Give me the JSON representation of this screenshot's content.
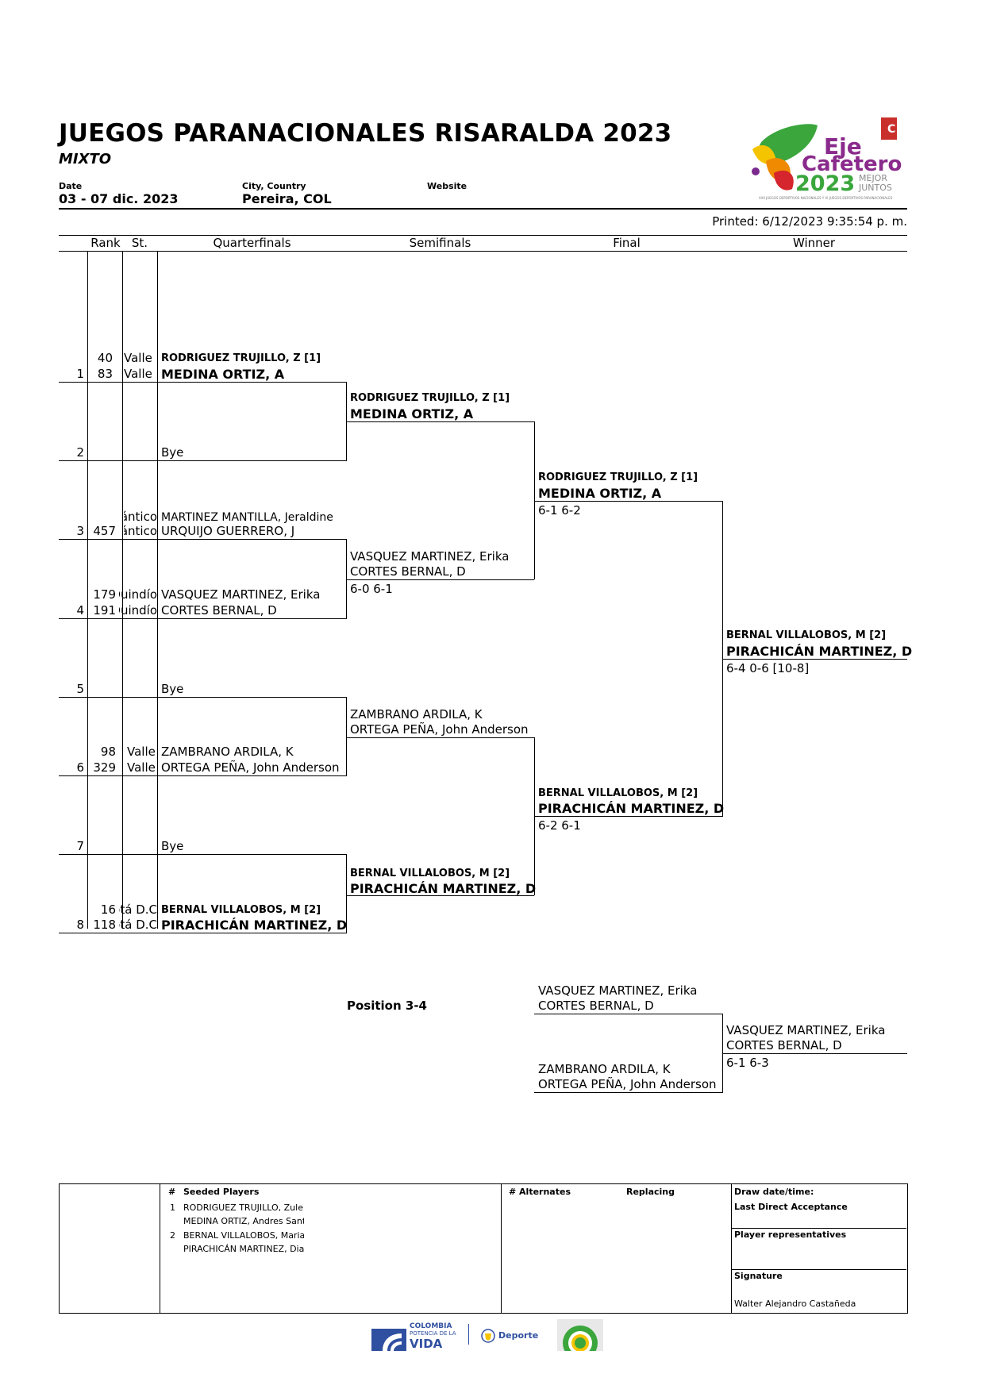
{
  "header": {
    "title": "JUEGOS PARANACIONALES RISARALDA 2023",
    "subtitle": "MIXTO",
    "date_label": "Date",
    "date_value": "03 - 07 dic. 2023",
    "city_label": "City, Country",
    "city_value": "Pereira, COL",
    "website_label": "Website",
    "printed": "Printed: 6/12/2023 9:35:54 p. m."
  },
  "logo": {
    "line1": "Eje",
    "line2": "Cafetero",
    "year": "2023",
    "motto1": "MEJOR",
    "motto2": "JUNTOS",
    "tagline": "XXII JUEGOS DEPORTIVOS NACIONALES Y VI JUEGOS DEPORTIVOS PARANACIONALES",
    "colors": {
      "green": "#3aa63c",
      "yellow": "#f5c400",
      "orange": "#f08a00",
      "red": "#d4262c",
      "purple": "#7a2a8c"
    }
  },
  "columns": {
    "rank": "Rank",
    "st": "St.",
    "quarterfinals": "Quarterfinals",
    "semifinals": "Semifinals",
    "final": "Final",
    "winner": "Winner"
  },
  "draw": [
    {
      "pos": "1",
      "rank1": "40",
      "rank2": "83",
      "st1": "Valle",
      "st2": "Valle",
      "p1": "RODRIGUEZ TRUJILLO, Z [1]",
      "p2": "MEDINA ORTIZ, A"
    },
    {
      "pos": "2",
      "bye": "Bye"
    },
    {
      "pos": "3",
      "rank2": "457",
      "st1": "Atlántico",
      "st2": "Atlántico",
      "p1": "MARTINEZ MANTILLA, Jeraldine",
      "p2": "URQUIJO GUERRERO, J"
    },
    {
      "pos": "4",
      "rank1": "179",
      "rank2": "191",
      "st1": "Quindío",
      "st2": "Quindío",
      "p1": "VASQUEZ MARTINEZ, Erika",
      "p2": "CORTES BERNAL, D"
    },
    {
      "pos": "5",
      "bye": "Bye"
    },
    {
      "pos": "6",
      "rank1": "98",
      "rank2": "329",
      "st1": "Valle",
      "st2": "Valle",
      "p1": "ZAMBRANO ARDILA, K",
      "p2": "ORTEGA PEÑA, John Anderson"
    },
    {
      "pos": "7",
      "bye": "Bye"
    },
    {
      "pos": "8",
      "rank1": "16",
      "rank2": "118",
      "st1": "Bogotá D.C.",
      "st2": "Bogotá D.C.",
      "p1": "BERNAL VILLALOBOS, M [2]",
      "p2": "PIRACHICÁN MARTINEZ, D"
    }
  ],
  "semifinals": [
    {
      "p1": "RODRIGUEZ TRUJILLO, Z [1]",
      "p2": "MEDINA ORTIZ, A",
      "score": ""
    },
    {
      "p1": "VASQUEZ MARTINEZ, Erika",
      "p2": "CORTES BERNAL, D",
      "score": "6-0 6-1"
    },
    {
      "p1": "ZAMBRANO ARDILA, K",
      "p2": "ORTEGA PEÑA, John Anderson",
      "score": ""
    },
    {
      "p1": "BERNAL VILLALOBOS, M [2]",
      "p2": "PIRACHICÁN MARTINEZ, D",
      "score": ""
    }
  ],
  "final": [
    {
      "p1": "RODRIGUEZ TRUJILLO, Z [1]",
      "p2": "MEDINA ORTIZ, A",
      "score": "6-1 6-2"
    },
    {
      "p1": "BERNAL VILLALOBOS, M [2]",
      "p2": "PIRACHICÁN MARTINEZ, D",
      "score": "6-2 6-1"
    }
  ],
  "winner": {
    "p1": "BERNAL VILLALOBOS, M [2]",
    "p2": "PIRACHICÁN MARTINEZ, D",
    "score": "6-4 0-6 [10-8]"
  },
  "third_place": {
    "label": "Position 3-4",
    "a1": "VASQUEZ MARTINEZ, Erika",
    "a2": "CORTES BERNAL, D",
    "b1": "ZAMBRANO ARDILA, K",
    "b2": "ORTEGA PEÑA, John Anderson",
    "w1": "VASQUEZ MARTINEZ, Erika",
    "w2": "CORTES BERNAL, D",
    "score": "6-1 6-3"
  },
  "footer": {
    "hash": "#",
    "seeded_label": "Seeded Players",
    "seeds": [
      {
        "n": "1",
        "a": "RODRIGUEZ TRUJILLO, Zuleima",
        "b": "MEDINA ORTIZ, Andres Santiago"
      },
      {
        "n": "2",
        "a": "BERNAL VILLALOBOS, Maria",
        "b": "PIRACHICÁN MARTINEZ, Diana"
      }
    ],
    "alternates_label": "# Alternates",
    "replacing_label": "Replacing",
    "draw_date_label": "Draw date/time:",
    "lda_label": "Last Direct Acceptance",
    "reps_label": "Player representatives",
    "signature_label": "Signature",
    "signature_name": "Walter Alejandro Castañeda"
  },
  "sponsors": {
    "colombia1": "COLOMBIA",
    "colombia2": "POTENCIA DE LA",
    "colombia3": "VIDA",
    "deporte": "Deporte"
  }
}
